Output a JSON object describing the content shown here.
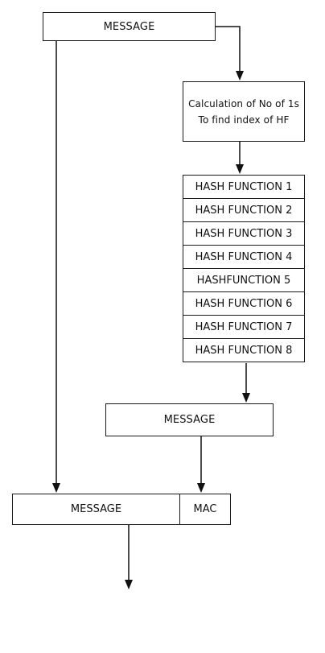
{
  "top_message": {
    "label": "MESSAGE"
  },
  "calculation": {
    "line1": "Calculation of No of 1s",
    "line2": "To find index of HF"
  },
  "hash_functions": [
    "HASH FUNCTION 1",
    "HASH FUNCTION 2",
    "HASH FUNCTION 3",
    "HASH FUNCTION 4",
    "HASHFUNCTION 5",
    "HASH FUNCTION 6",
    "HASH FUNCTION 7",
    "HASH FUNCTION 8"
  ],
  "middle_message": {
    "label": "MESSAGE"
  },
  "final": {
    "message_label": "MESSAGE",
    "mac_label": "MAC"
  }
}
